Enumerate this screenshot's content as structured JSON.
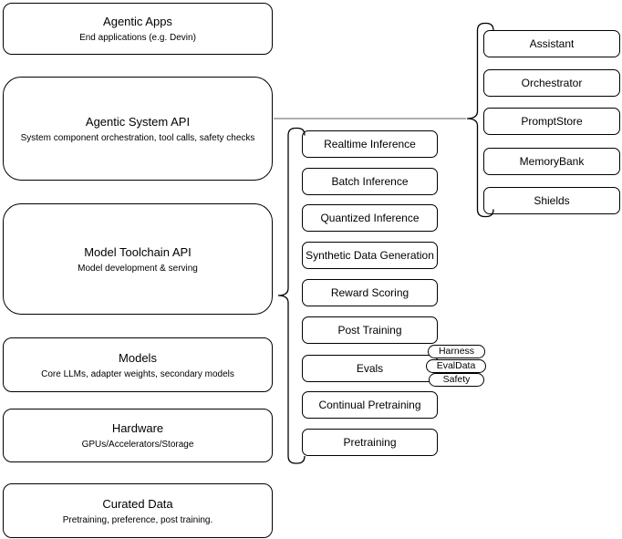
{
  "diagram": {
    "left_stack": [
      {
        "title": "Agentic Apps",
        "subtitle": "End applications (e.g. Devin)"
      },
      {
        "title": "Agentic System API",
        "subtitle": "System component orchestration, tool calls, safety checks"
      },
      {
        "title": "Model Toolchain API",
        "subtitle": "Model development & serving"
      },
      {
        "title": "Models",
        "subtitle": "Core LLMs, adapter weights, secondary models"
      },
      {
        "title": "Hardware",
        "subtitle": "GPUs/Accelerators/Storage"
      },
      {
        "title": "Curated Data",
        "subtitle": "Pretraining, preference, post training."
      }
    ],
    "toolchain_capabilities": [
      "Realtime Inference",
      "Batch Inference",
      "Quantized Inference",
      "Synthetic Data Generation",
      "Reward Scoring",
      "Post Training",
      "Evals",
      "Continual Pretraining",
      "Pretraining"
    ],
    "evals_tags": [
      "Harness",
      "EvalData",
      "Safety"
    ],
    "system_components": [
      "Assistant",
      "Orchestrator",
      "PromptStore",
      "MemoryBank",
      "Shields"
    ],
    "colors": {
      "shape_stroke": "#000000",
      "shape_fill": "#ffffff",
      "connector": "#7f7f7f",
      "text": "#000000"
    }
  }
}
